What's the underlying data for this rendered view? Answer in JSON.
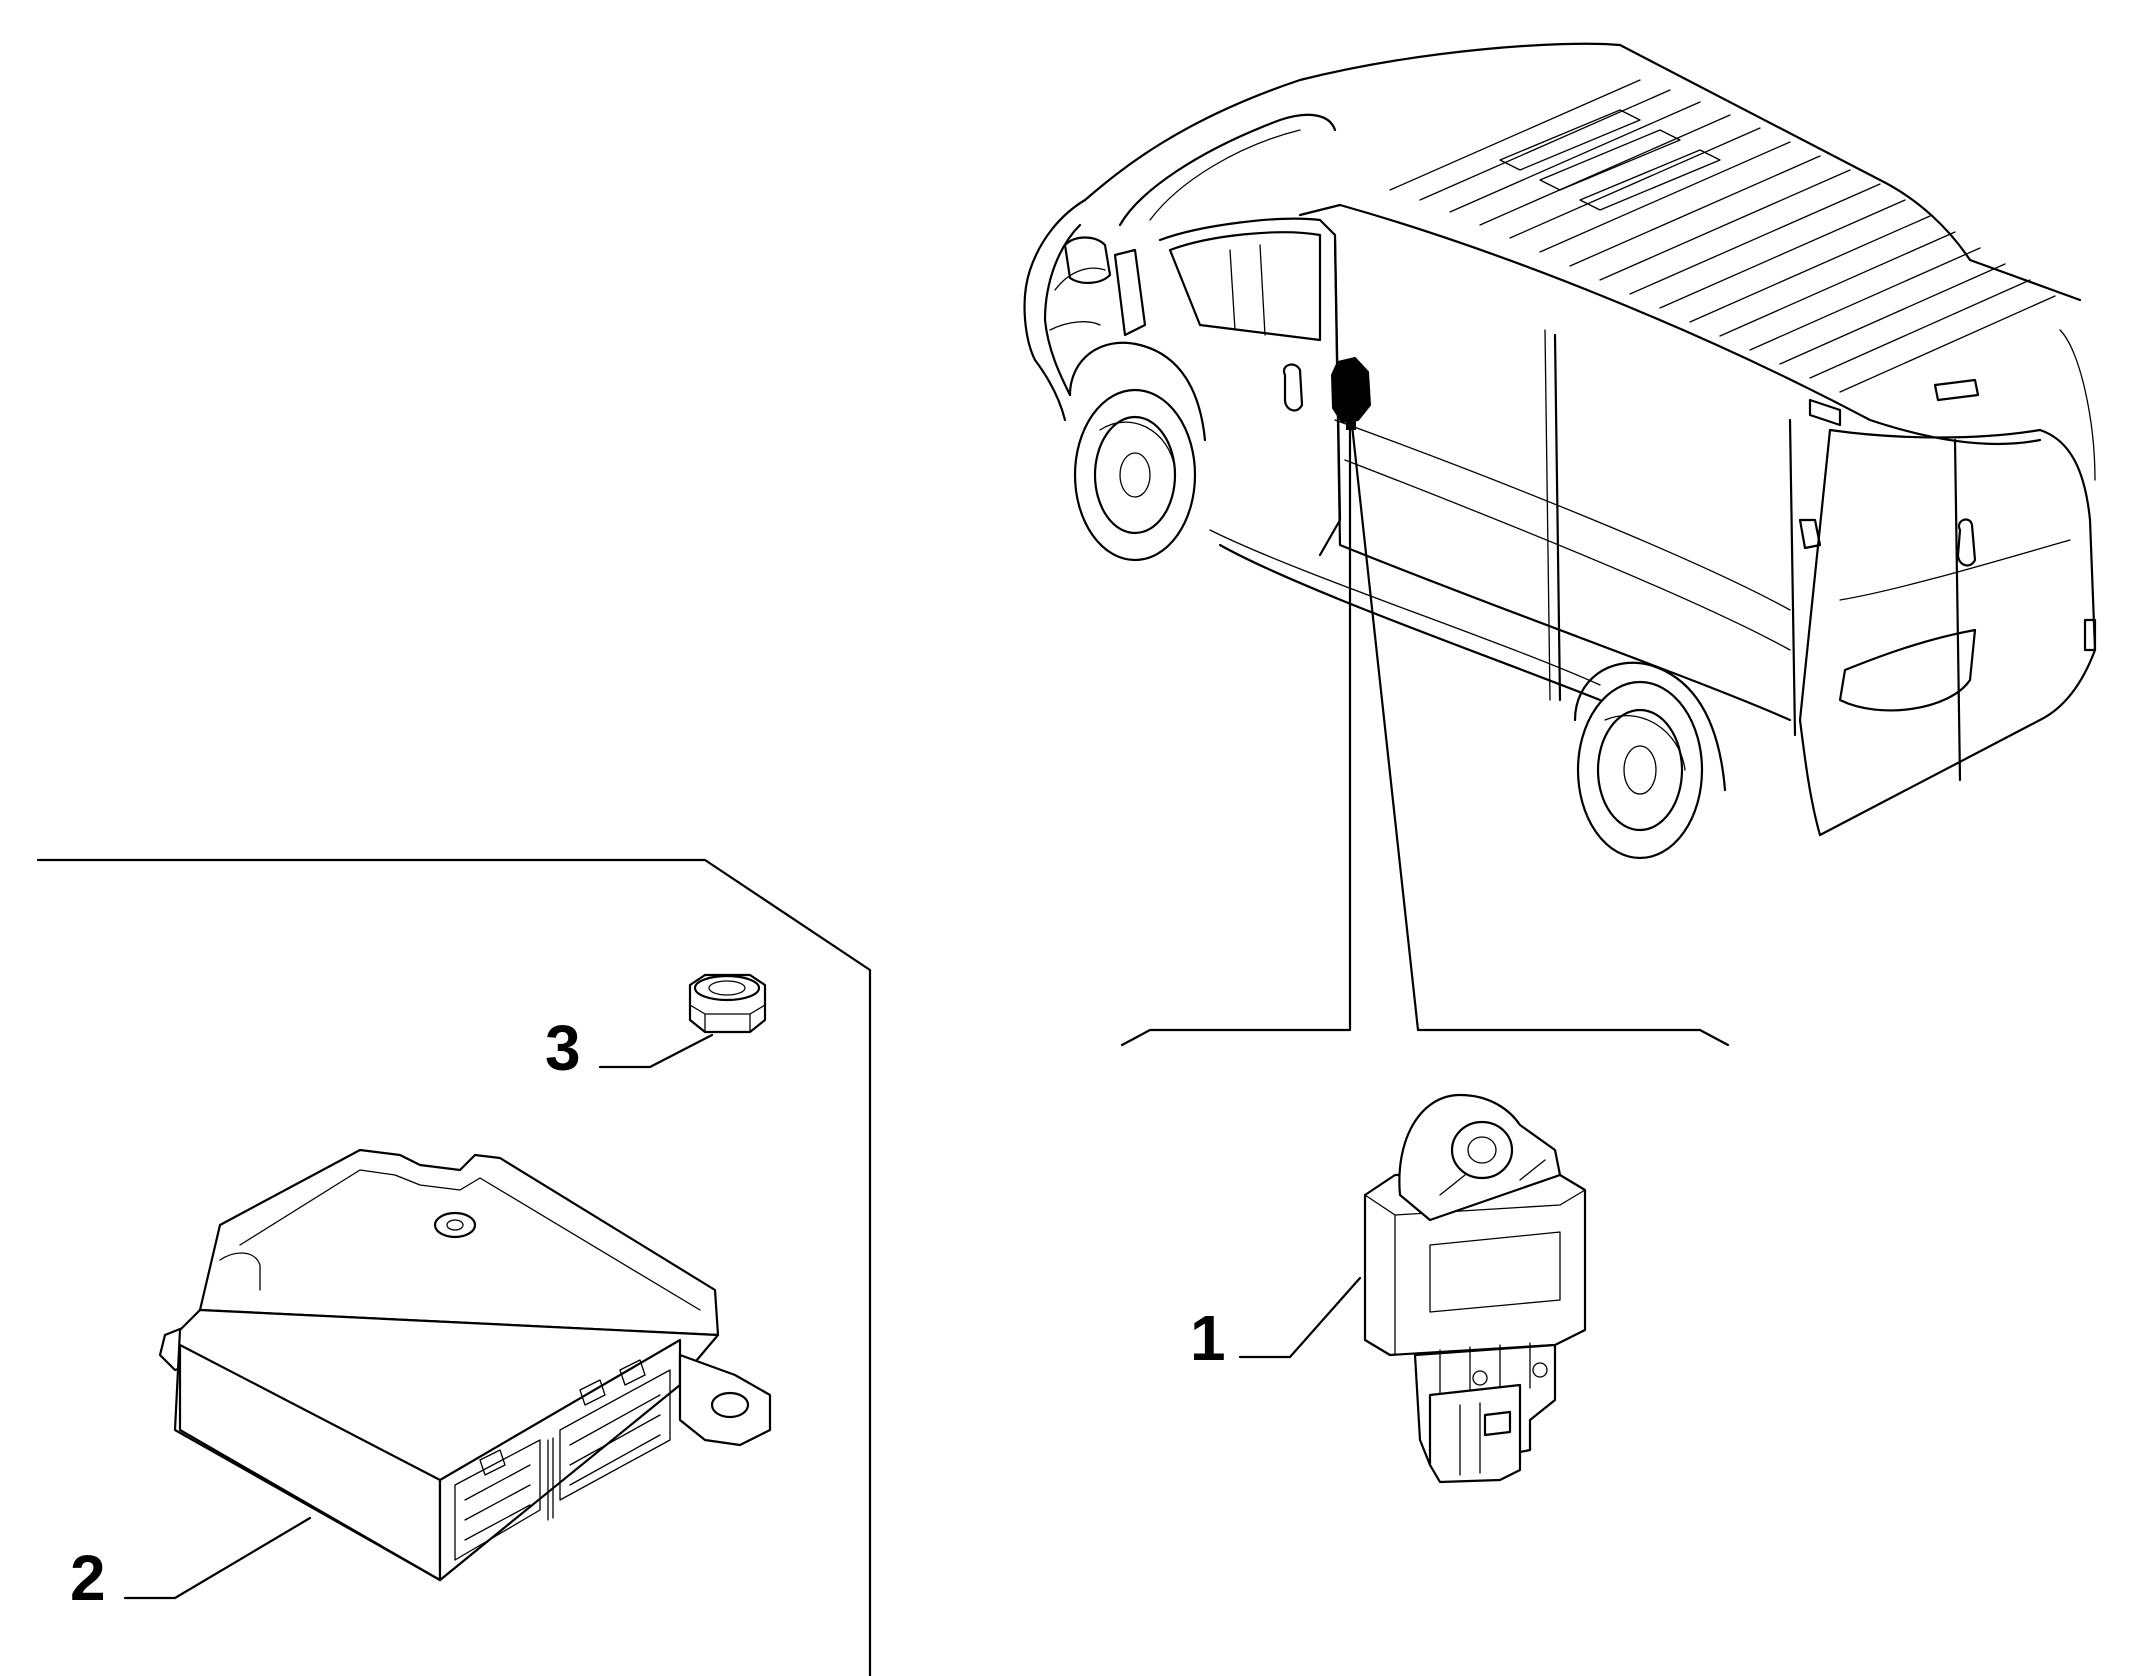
{
  "callouts": [
    {
      "id": "1",
      "label": "1"
    },
    {
      "id": "2",
      "label": "2"
    },
    {
      "id": "3",
      "label": "3"
    }
  ],
  "parts": [
    {
      "callout": "1",
      "icon": "impact-sensor-icon"
    },
    {
      "callout": "2",
      "icon": "airbag-control-unit-icon"
    },
    {
      "callout": "3",
      "icon": "hex-nut-icon"
    }
  ],
  "vehicle": {
    "icon": "van-icon",
    "marker_icon": "sensor-location-marker-icon"
  },
  "colors": {
    "line": "#000000",
    "background": "#ffffff"
  }
}
